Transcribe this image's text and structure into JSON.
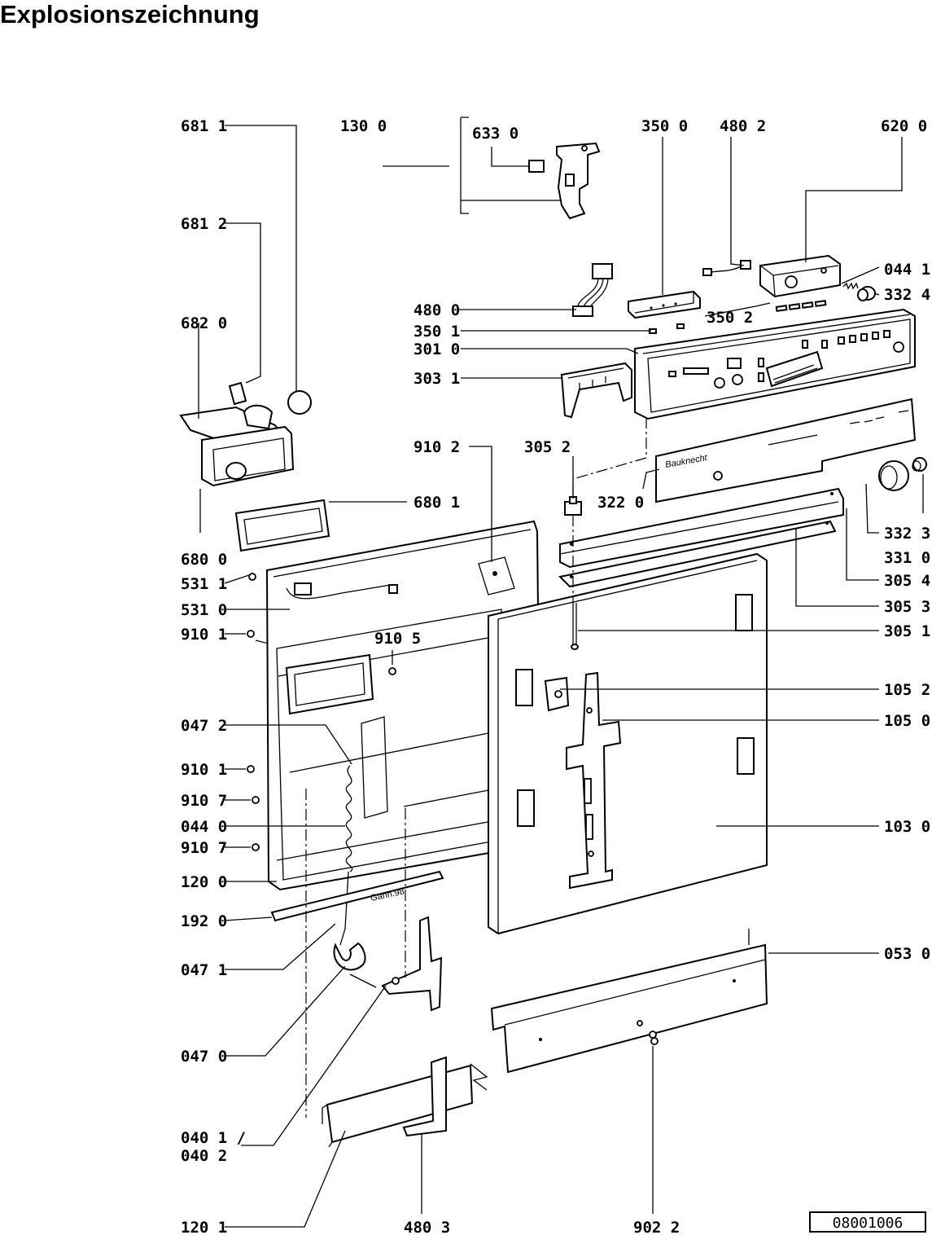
{
  "title": "Explosionszeichnung",
  "drawing_number": "08001006",
  "brand_logo": "Bauknecht",
  "stamp": "Gann.98",
  "callouts": [
    {
      "id": "681_1",
      "text": "681 1"
    },
    {
      "id": "130_0",
      "text": "130 0"
    },
    {
      "id": "633_0",
      "text": "633 0"
    },
    {
      "id": "350_0",
      "text": "350 0"
    },
    {
      "id": "480_2",
      "text": "480 2"
    },
    {
      "id": "620_0",
      "text": "620 0"
    },
    {
      "id": "681_2",
      "text": "681 2"
    },
    {
      "id": "044_1",
      "text": "044 1"
    },
    {
      "id": "332_4",
      "text": "332 4"
    },
    {
      "id": "480_0",
      "text": "480 0"
    },
    {
      "id": "350_2",
      "text": "350 2"
    },
    {
      "id": "682_0",
      "text": "682 0"
    },
    {
      "id": "350_1",
      "text": "350 1"
    },
    {
      "id": "301_0",
      "text": "301 0"
    },
    {
      "id": "303_1",
      "text": "303 1"
    },
    {
      "id": "910_2",
      "text": "910 2"
    },
    {
      "id": "305_2",
      "text": "305 2"
    },
    {
      "id": "322_0",
      "text": "322 0"
    },
    {
      "id": "680_1",
      "text": "680 1"
    },
    {
      "id": "332_3",
      "text": "332 3"
    },
    {
      "id": "680_0",
      "text": "680 0"
    },
    {
      "id": "331_0",
      "text": "331 0"
    },
    {
      "id": "531_1",
      "text": "531 1"
    },
    {
      "id": "305_4",
      "text": "305 4"
    },
    {
      "id": "531_0",
      "text": "531 0"
    },
    {
      "id": "305_3",
      "text": "305 3"
    },
    {
      "id": "910_1a",
      "text": "910 1"
    },
    {
      "id": "305_1",
      "text": "305 1"
    },
    {
      "id": "910_5",
      "text": "910 5"
    },
    {
      "id": "105_2",
      "text": "105 2"
    },
    {
      "id": "047_2",
      "text": "047 2"
    },
    {
      "id": "105_0",
      "text": "105 0"
    },
    {
      "id": "910_1b",
      "text": "910 1"
    },
    {
      "id": "910_7a",
      "text": "910 7"
    },
    {
      "id": "044_0",
      "text": "044 0"
    },
    {
      "id": "103_0",
      "text": "103 0"
    },
    {
      "id": "910_7b",
      "text": "910 7"
    },
    {
      "id": "120_0",
      "text": "120 0"
    },
    {
      "id": "192_0",
      "text": "192 0"
    },
    {
      "id": "047_1",
      "text": "047 1"
    },
    {
      "id": "053_0",
      "text": "053 0"
    },
    {
      "id": "047_0",
      "text": "047 0"
    },
    {
      "id": "040_1",
      "text": "040 1 /"
    },
    {
      "id": "040_2",
      "text": "040 2"
    },
    {
      "id": "120_1",
      "text": "120 1"
    },
    {
      "id": "480_3",
      "text": "480 3"
    },
    {
      "id": "902_2",
      "text": "902 2"
    }
  ]
}
